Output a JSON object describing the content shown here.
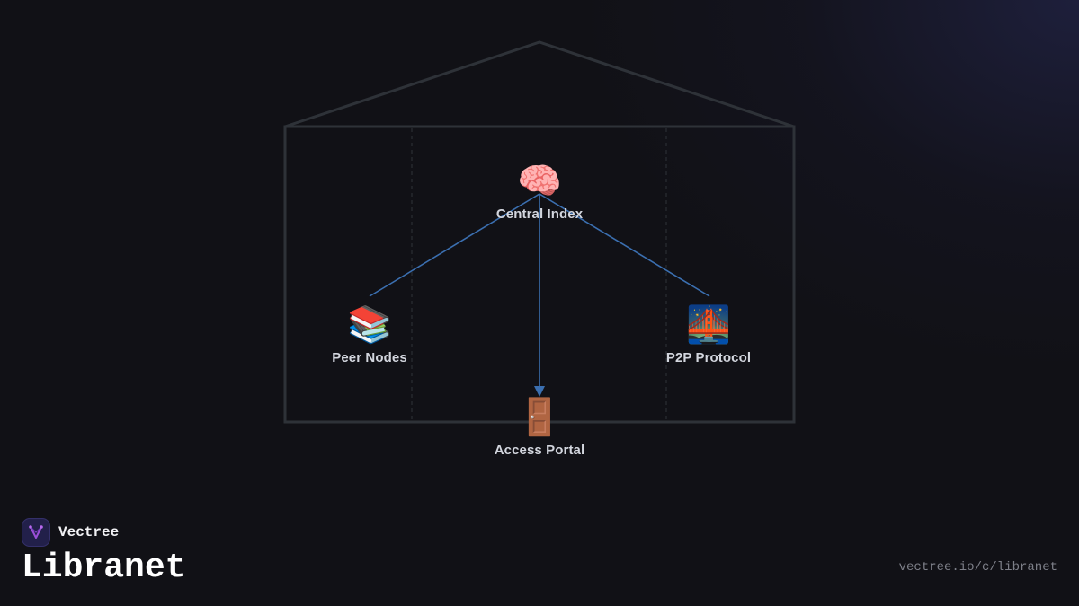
{
  "diagram": {
    "nodes": {
      "central_index": {
        "icon": "🧠",
        "icon_name": "brain-icon",
        "label": "Central Index"
      },
      "peer_nodes": {
        "icon": "📚",
        "icon_name": "books-icon",
        "label": "Peer Nodes"
      },
      "p2p_protocol": {
        "icon": "🌉",
        "icon_name": "bridge-at-night-icon",
        "label": "P2P Protocol"
      },
      "access_portal": {
        "icon": "🚪",
        "icon_name": "door-icon",
        "label": "Access Portal"
      }
    },
    "edges": [
      {
        "from": "Central Index",
        "to": "Peer Nodes",
        "arrow": false
      },
      {
        "from": "Central Index",
        "to": "P2P Protocol",
        "arrow": false
      },
      {
        "from": "Central Index",
        "to": "Access Portal",
        "arrow": true
      }
    ],
    "colors": {
      "edge": "#3b6fb0",
      "house_outline": "#2e3238",
      "background": "#111116"
    }
  },
  "brand": {
    "name": "Vectree",
    "logo_icon": "vectree-logo-icon",
    "logo_color": "#9b4fd8"
  },
  "title": "Libranet",
  "url": "vectree.io/c/libranet"
}
